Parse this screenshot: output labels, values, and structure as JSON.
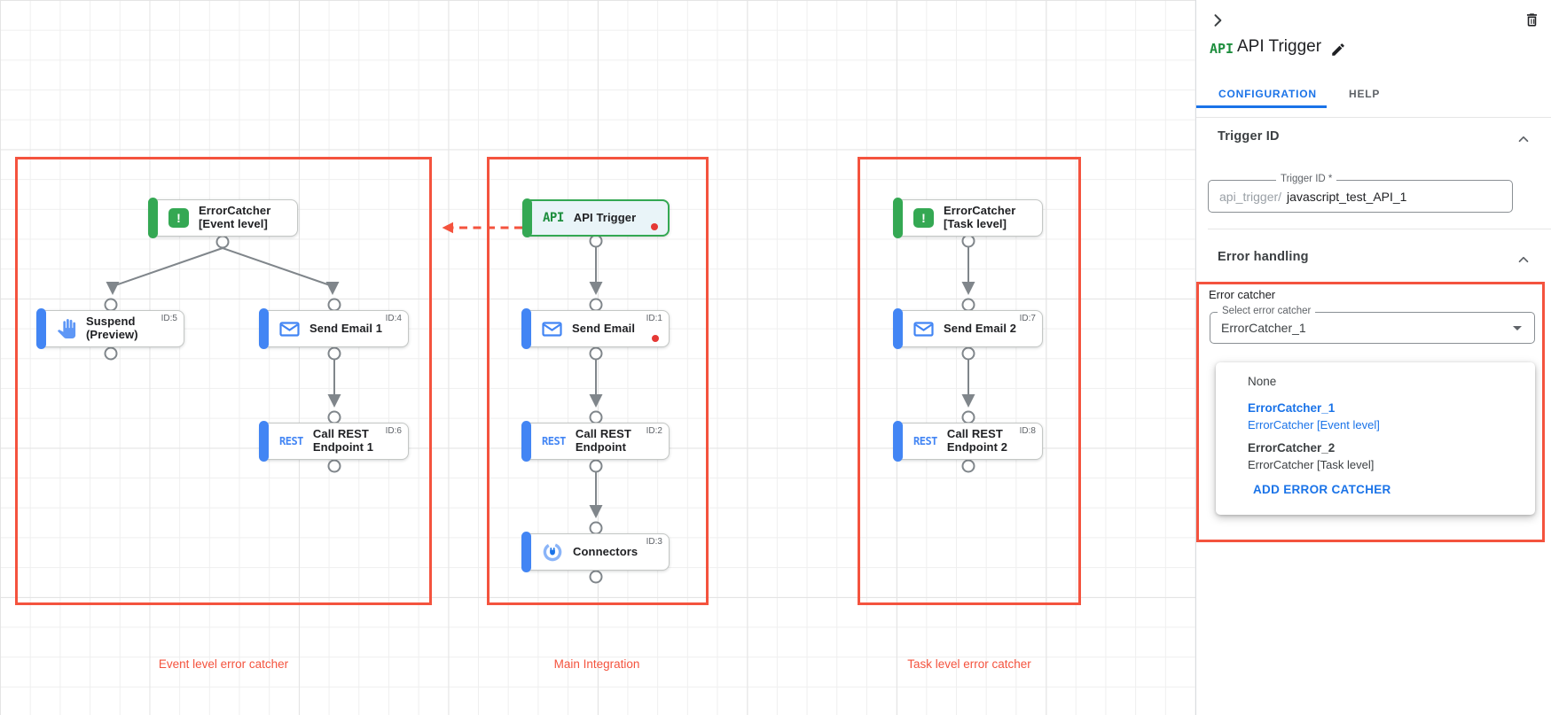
{
  "colors": {
    "red": "#f4533e",
    "dot-red": "#e53935",
    "green": "#34a853",
    "green-dark": "#1e8e3e",
    "blue": "#4285f4",
    "link-blue": "#1a73e8"
  },
  "canvas": {
    "badges": {
      "api": "API",
      "rest": "REST"
    },
    "groups": [
      {
        "label": "Event level error catcher"
      },
      {
        "label": "Main Integration"
      },
      {
        "label": "Task level error catcher"
      }
    ],
    "nodes": [
      {
        "line1": "ErrorCatcher",
        "line2": "[Event level]"
      },
      {
        "line1": "Suspend",
        "line2": "(Preview)",
        "id": "ID:5"
      },
      {
        "line1": "Send Email 1",
        "id": "ID:4"
      },
      {
        "line1": "Call REST",
        "line2": "Endpoint 1",
        "id": "ID:6"
      },
      {
        "line1": "API Trigger"
      },
      {
        "line1": "Send Email",
        "id": "ID:1"
      },
      {
        "line1": "Call REST",
        "line2": "Endpoint",
        "id": "ID:2"
      },
      {
        "line1": "Connectors",
        "id": "ID:3"
      },
      {
        "line1": "ErrorCatcher",
        "line2": "[Task level]"
      },
      {
        "line1": "Send Email 2",
        "id": "ID:7"
      },
      {
        "line1": "Call REST",
        "line2": "Endpoint 2",
        "id": "ID:8"
      }
    ]
  },
  "panel": {
    "api_badge": "API",
    "title": "API Trigger",
    "tabs": [
      {
        "label": "CONFIGURATION"
      },
      {
        "label": "HELP"
      }
    ],
    "trigger_id": {
      "heading": "Trigger ID",
      "field_label": "Trigger ID *",
      "prefix": "api_trigger/",
      "value": "javascript_test_API_1"
    },
    "error_handling": {
      "heading": "Error handling",
      "group_label": "Error catcher",
      "select_label": "Select error catcher",
      "select_value": "ErrorCatcher_1",
      "menu": {
        "none_label": "None",
        "options": [
          {
            "name": "ErrorCatcher_1",
            "desc": "ErrorCatcher [Event level]"
          },
          {
            "name": "ErrorCatcher_2",
            "desc": "ErrorCatcher [Task level]"
          }
        ],
        "add_label": "ADD ERROR CATCHER"
      }
    }
  }
}
